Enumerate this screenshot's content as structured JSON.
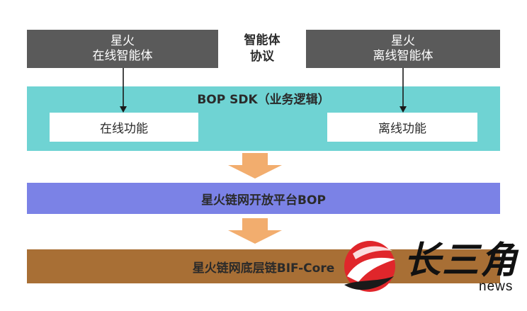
{
  "agents": {
    "left": {
      "line1": "星火",
      "line2": "在线智能体"
    },
    "right": {
      "line1": "星火",
      "line2": "离线智能体"
    },
    "protocol": {
      "line1": "智能体",
      "line2": "协议"
    }
  },
  "sdk": {
    "title": "BOP SDK（业务逻辑）",
    "online_function": "在线功能",
    "offline_function": "离线功能"
  },
  "layers": {
    "bop": "星火链网开放平台BOP",
    "core": "星火链网底层链BIF-Core"
  },
  "watermark": {
    "logo_text": "长三角",
    "news_text": "news"
  },
  "colors": {
    "agent_box": "#5a5a5a",
    "sdk_band": "#6fd3d3",
    "bop_band": "#7b82e6",
    "core_band": "#a86f35",
    "flow_arrow": "#f2ad6e",
    "logo_red": "#e0262b"
  }
}
